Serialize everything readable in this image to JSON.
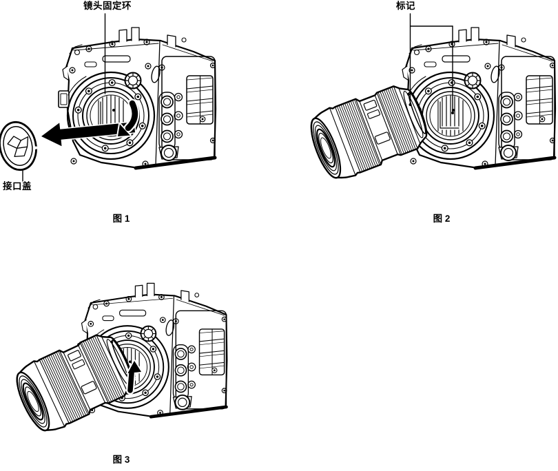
{
  "colors": {
    "background": "#ffffff",
    "line": "#000000"
  },
  "illustration": {
    "figure1": {
      "caption": "图 1",
      "labels": {
        "lens_ring": "镜头固定环",
        "mount_cap": "接口盖"
      }
    },
    "figure2": {
      "caption": "图 2",
      "labels": {
        "mark": "标记"
      }
    },
    "figure3": {
      "caption": "图 3"
    }
  }
}
